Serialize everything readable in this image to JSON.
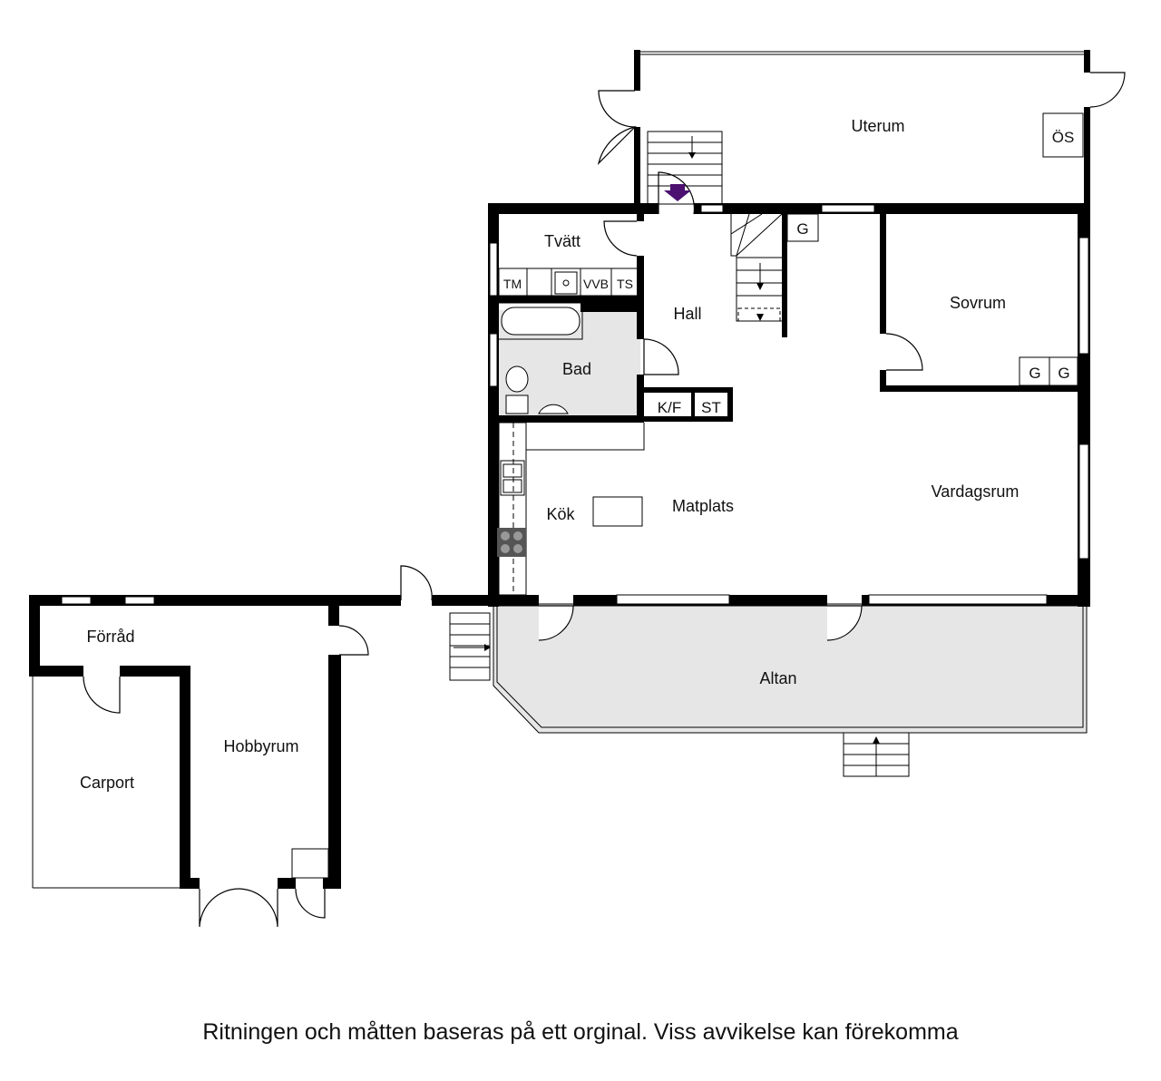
{
  "rooms": {
    "uterum": "Uterum",
    "tvatt": "Tvätt",
    "hall": "Hall",
    "sovrum": "Sovrum",
    "bad": "Bad",
    "vardagsrum": "Vardagsrum",
    "matplats": "Matplats",
    "kok": "Kök",
    "altan": "Altan",
    "forrad": "Förråd",
    "hobbyrum": "Hobbyrum",
    "carport": "Carport"
  },
  "fixtures": {
    "os": "ÖS",
    "g": "G",
    "tm": "TM",
    "vvb": "VVB",
    "ts": "TS",
    "kf": "K/F",
    "st": "ST"
  },
  "colors": {
    "entrance_arrow": "#4b1070",
    "shaded_floor": "#e6e6e6"
  },
  "disclaimer": "Ritningen och måtten baseras på ett orginal. Viss avvikelse kan förekomma"
}
